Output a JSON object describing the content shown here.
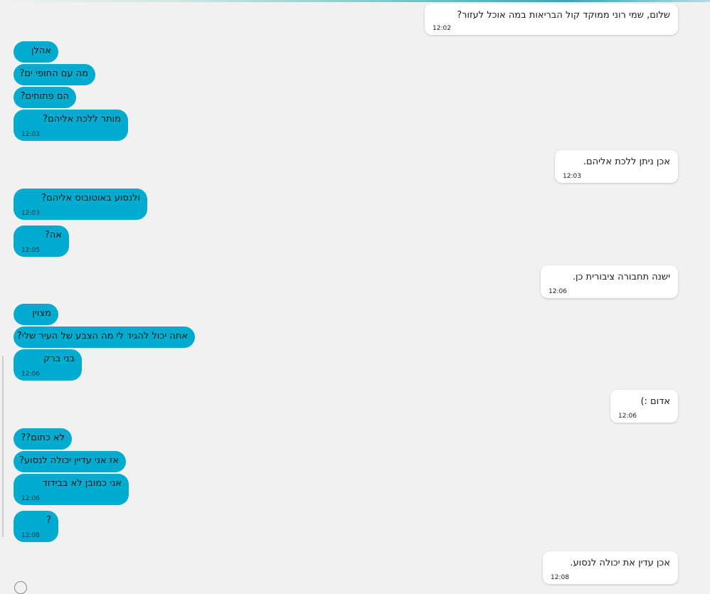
{
  "colors": {
    "incoming_bubble": "#00abd0",
    "outgoing_bubble": "#ffffff",
    "background": "#f1f1f1"
  },
  "messages": [
    {
      "side": "out",
      "text": "שלום, שמי רוני ממוקד קול הבריאות במה אוכל לעזור?",
      "time": "12:02"
    },
    {
      "side": "in",
      "text": "אהלן",
      "time": ""
    },
    {
      "side": "in",
      "text": "מה עם החופי ים?",
      "time": ""
    },
    {
      "side": "in",
      "text": "הם פתוחים?",
      "time": ""
    },
    {
      "side": "in",
      "text": "מותר ללכת אליהם?",
      "time": "12:03"
    },
    {
      "side": "out",
      "text": "אכן ניתן ללכת אליהם.",
      "time": "12:03"
    },
    {
      "side": "in",
      "text": "ולנסוע באוטובוס אליהם?",
      "time": "12:03"
    },
    {
      "side": "in",
      "text": "אה?",
      "time": "12:05"
    },
    {
      "side": "out",
      "text": "ישנה תחבורה ציבורית כן.",
      "time": "12:06"
    },
    {
      "side": "in",
      "text": "מצוין",
      "time": ""
    },
    {
      "side": "in",
      "text": "אתה יכול להגיד לי מה הצבע של העיר שלי?",
      "time": ""
    },
    {
      "side": "in",
      "text": "בני ברק",
      "time": "12:06"
    },
    {
      "side": "out",
      "text": "אדום :)",
      "time": "12:06"
    },
    {
      "side": "in",
      "text": "לא כתום??",
      "time": ""
    },
    {
      "side": "in",
      "text": "אז אני עדיין יכולה לנסוע?",
      "time": ""
    },
    {
      "side": "in",
      "text": "אני כמובן לא בבידוד",
      "time": "12:06"
    },
    {
      "side": "in",
      "text": "?",
      "time": "12:08"
    },
    {
      "side": "out",
      "text": "אכן עדין את יכולה לנסוע.",
      "time": "12:08"
    }
  ]
}
